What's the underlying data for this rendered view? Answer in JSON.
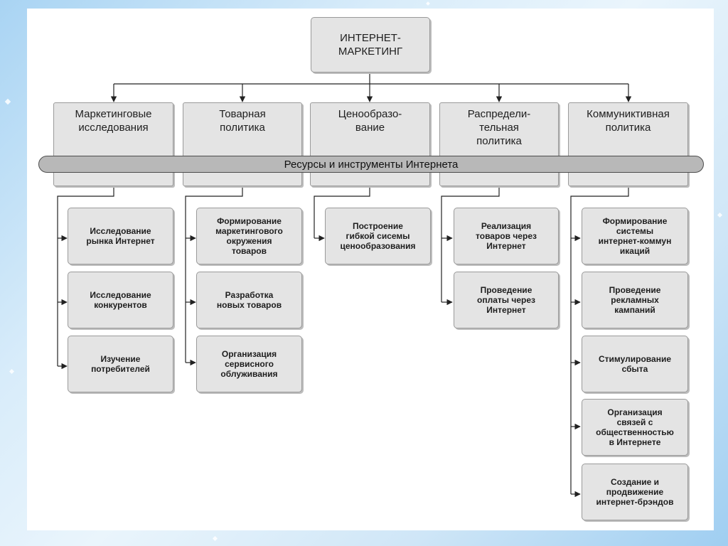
{
  "diagram": {
    "root": "ИНТЕРНЕТ-\nМАРКЕТИНГ",
    "band": "Ресурсы и инструменты Интернета",
    "categories": [
      "Маркетинговые\nисследования",
      "Товарная\nполитика",
      "Ценообразо-\nвание",
      "Распредели-\nтельная\nполитика",
      "Коммуниктивная\nполитика"
    ],
    "subitems": [
      [
        "Исследование\nрынка Интернет",
        "Исследование\nконкурентов",
        "Изучение\nпотребителей"
      ],
      [
        "Формирование\nмаркетингового\nокружения\nтоваров",
        "Разработка\nновых товаров",
        "Организация\nсервисного\nоблуживания"
      ],
      [
        "Построение\nгибкой сисемы\nценообразования"
      ],
      [
        "Реализация\nтоваров через\nИнтернет",
        "Проведение\nоплаты через\nИнтернет"
      ],
      [
        "Формирование\nсистемы\nинтернет-коммун\nикаций",
        "Проведение\nрекламных\nкампаний",
        "Стимулирование\nсбыта",
        "Организация\nсвязей с\nобщественностью\nв Интернете",
        "Создание и\nпродвижение\nинтернет-брэндов"
      ]
    ]
  }
}
